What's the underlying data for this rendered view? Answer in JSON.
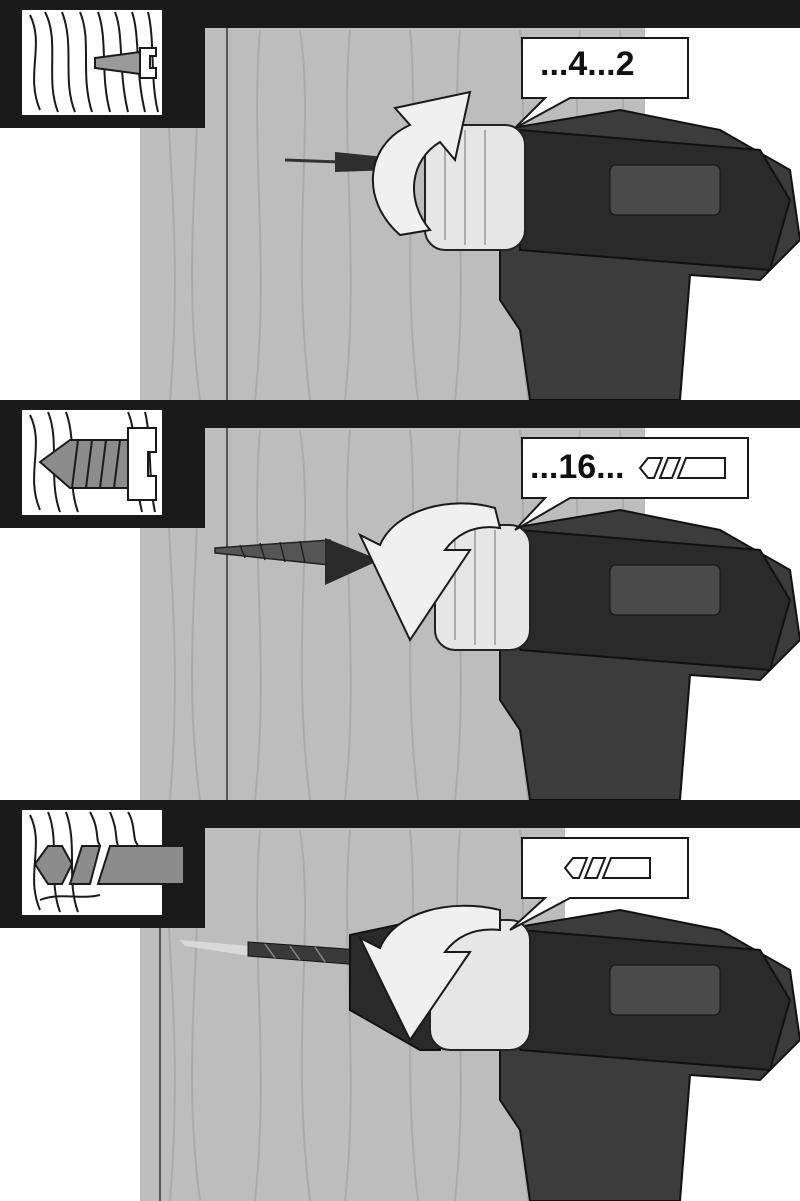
{
  "colors": {
    "wood": "#bdbdbd",
    "wood_grain": "#a7a7a7",
    "drill_body": "#3c3c3c",
    "drill_dark": "#262626",
    "chuck": "#e6e6e6",
    "black_band": "#1a1a1a",
    "arrow_fill": "#f0f0f0"
  },
  "panels": [
    {
      "callout": "...4...2",
      "callout_icon": "drill-bit-symbol-hidden",
      "inset_icon": "small-screw-in-wood-icon",
      "arrow_direction": "clockwise",
      "attachment": "screw-short"
    },
    {
      "callout": "...16...",
      "callout_icon": "drill-mode-icon",
      "inset_icon": "large-screw-in-wood-icon",
      "arrow_direction": "counter-clockwise",
      "attachment": "screw-long"
    },
    {
      "callout": "",
      "callout_icon": "drill-mode-icon",
      "inset_icon": "drill-bit-in-wood-icon",
      "arrow_direction": "counter-clockwise",
      "attachment": "drill-bit"
    }
  ]
}
